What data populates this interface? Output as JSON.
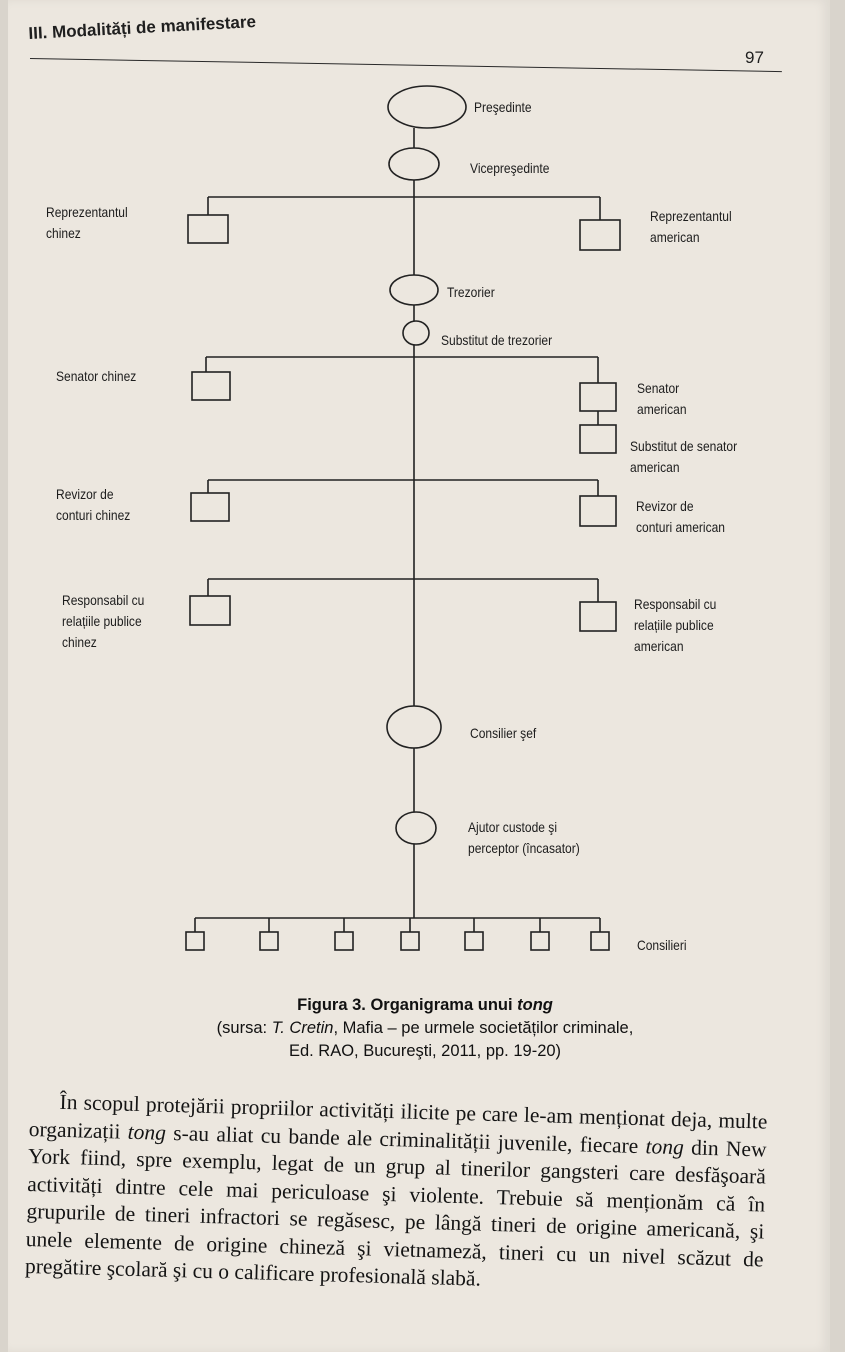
{
  "header": {
    "chapter_title": "III. Modalități de manifestare",
    "page_number": "97"
  },
  "chart": {
    "president": "Preşedinte",
    "vice_president": "Vicepreşedinte",
    "rep_chinese": [
      "Reprezentantul",
      "chinez"
    ],
    "rep_american": [
      "Reprezentantul",
      "american"
    ],
    "treasurer": "Trezorier",
    "deputy_treasurer": "Substitut de trezorier",
    "senator_chinese": "Senator chinez",
    "senator_american": [
      "Senator",
      "american"
    ],
    "deputy_senator_american": [
      "Substitut de senator",
      "american"
    ],
    "auditor_chinese": [
      "Revizor de",
      "conturi chinez"
    ],
    "auditor_american": [
      "Revizor de",
      "conturi american"
    ],
    "pr_chinese": [
      "Responsabil cu",
      "relațiile publice",
      "chinez"
    ],
    "pr_american": [
      "Responsabil cu",
      "relațiile publice",
      "american"
    ],
    "chief_counsel": "Consilier şef",
    "custodian": [
      "Ajutor custode şi",
      "perceptor (încasator)"
    ],
    "counselors": "Consilieri"
  },
  "caption": {
    "title_prefix": "Figura 3. Organigrama unui ",
    "title_term": "tong",
    "source_open": "(sursa: ",
    "source_author": "T. Cretin",
    "source_rest": ", Mafia – pe urmele societăților criminale,",
    "source_line2": "Ed. RAO, Bucureşti, 2011, pp. 19-20)"
  },
  "body": {
    "t1": "În scopul protejării propriilor activități ilicite pe care le-am menționat deja, multe organizații ",
    "tong1": "tong",
    "t2": " s-au aliat cu bande ale criminalității juvenile, fiecare ",
    "tong2": "tong",
    "t3": " din New York fiind, spre exemplu, legat de un grup al tinerilor gangsteri care desfăşoară activități dintre cele mai periculoase şi violente. Trebuie să menționăm că în grupurile de tineri infractori se regăsesc, pe lângă tineri de origine americană, şi unele elemente de origine chineză şi vietnameză, tineri cu un nivel scăzut de pregătire şcolară şi cu o calificare profesională slabă."
  }
}
